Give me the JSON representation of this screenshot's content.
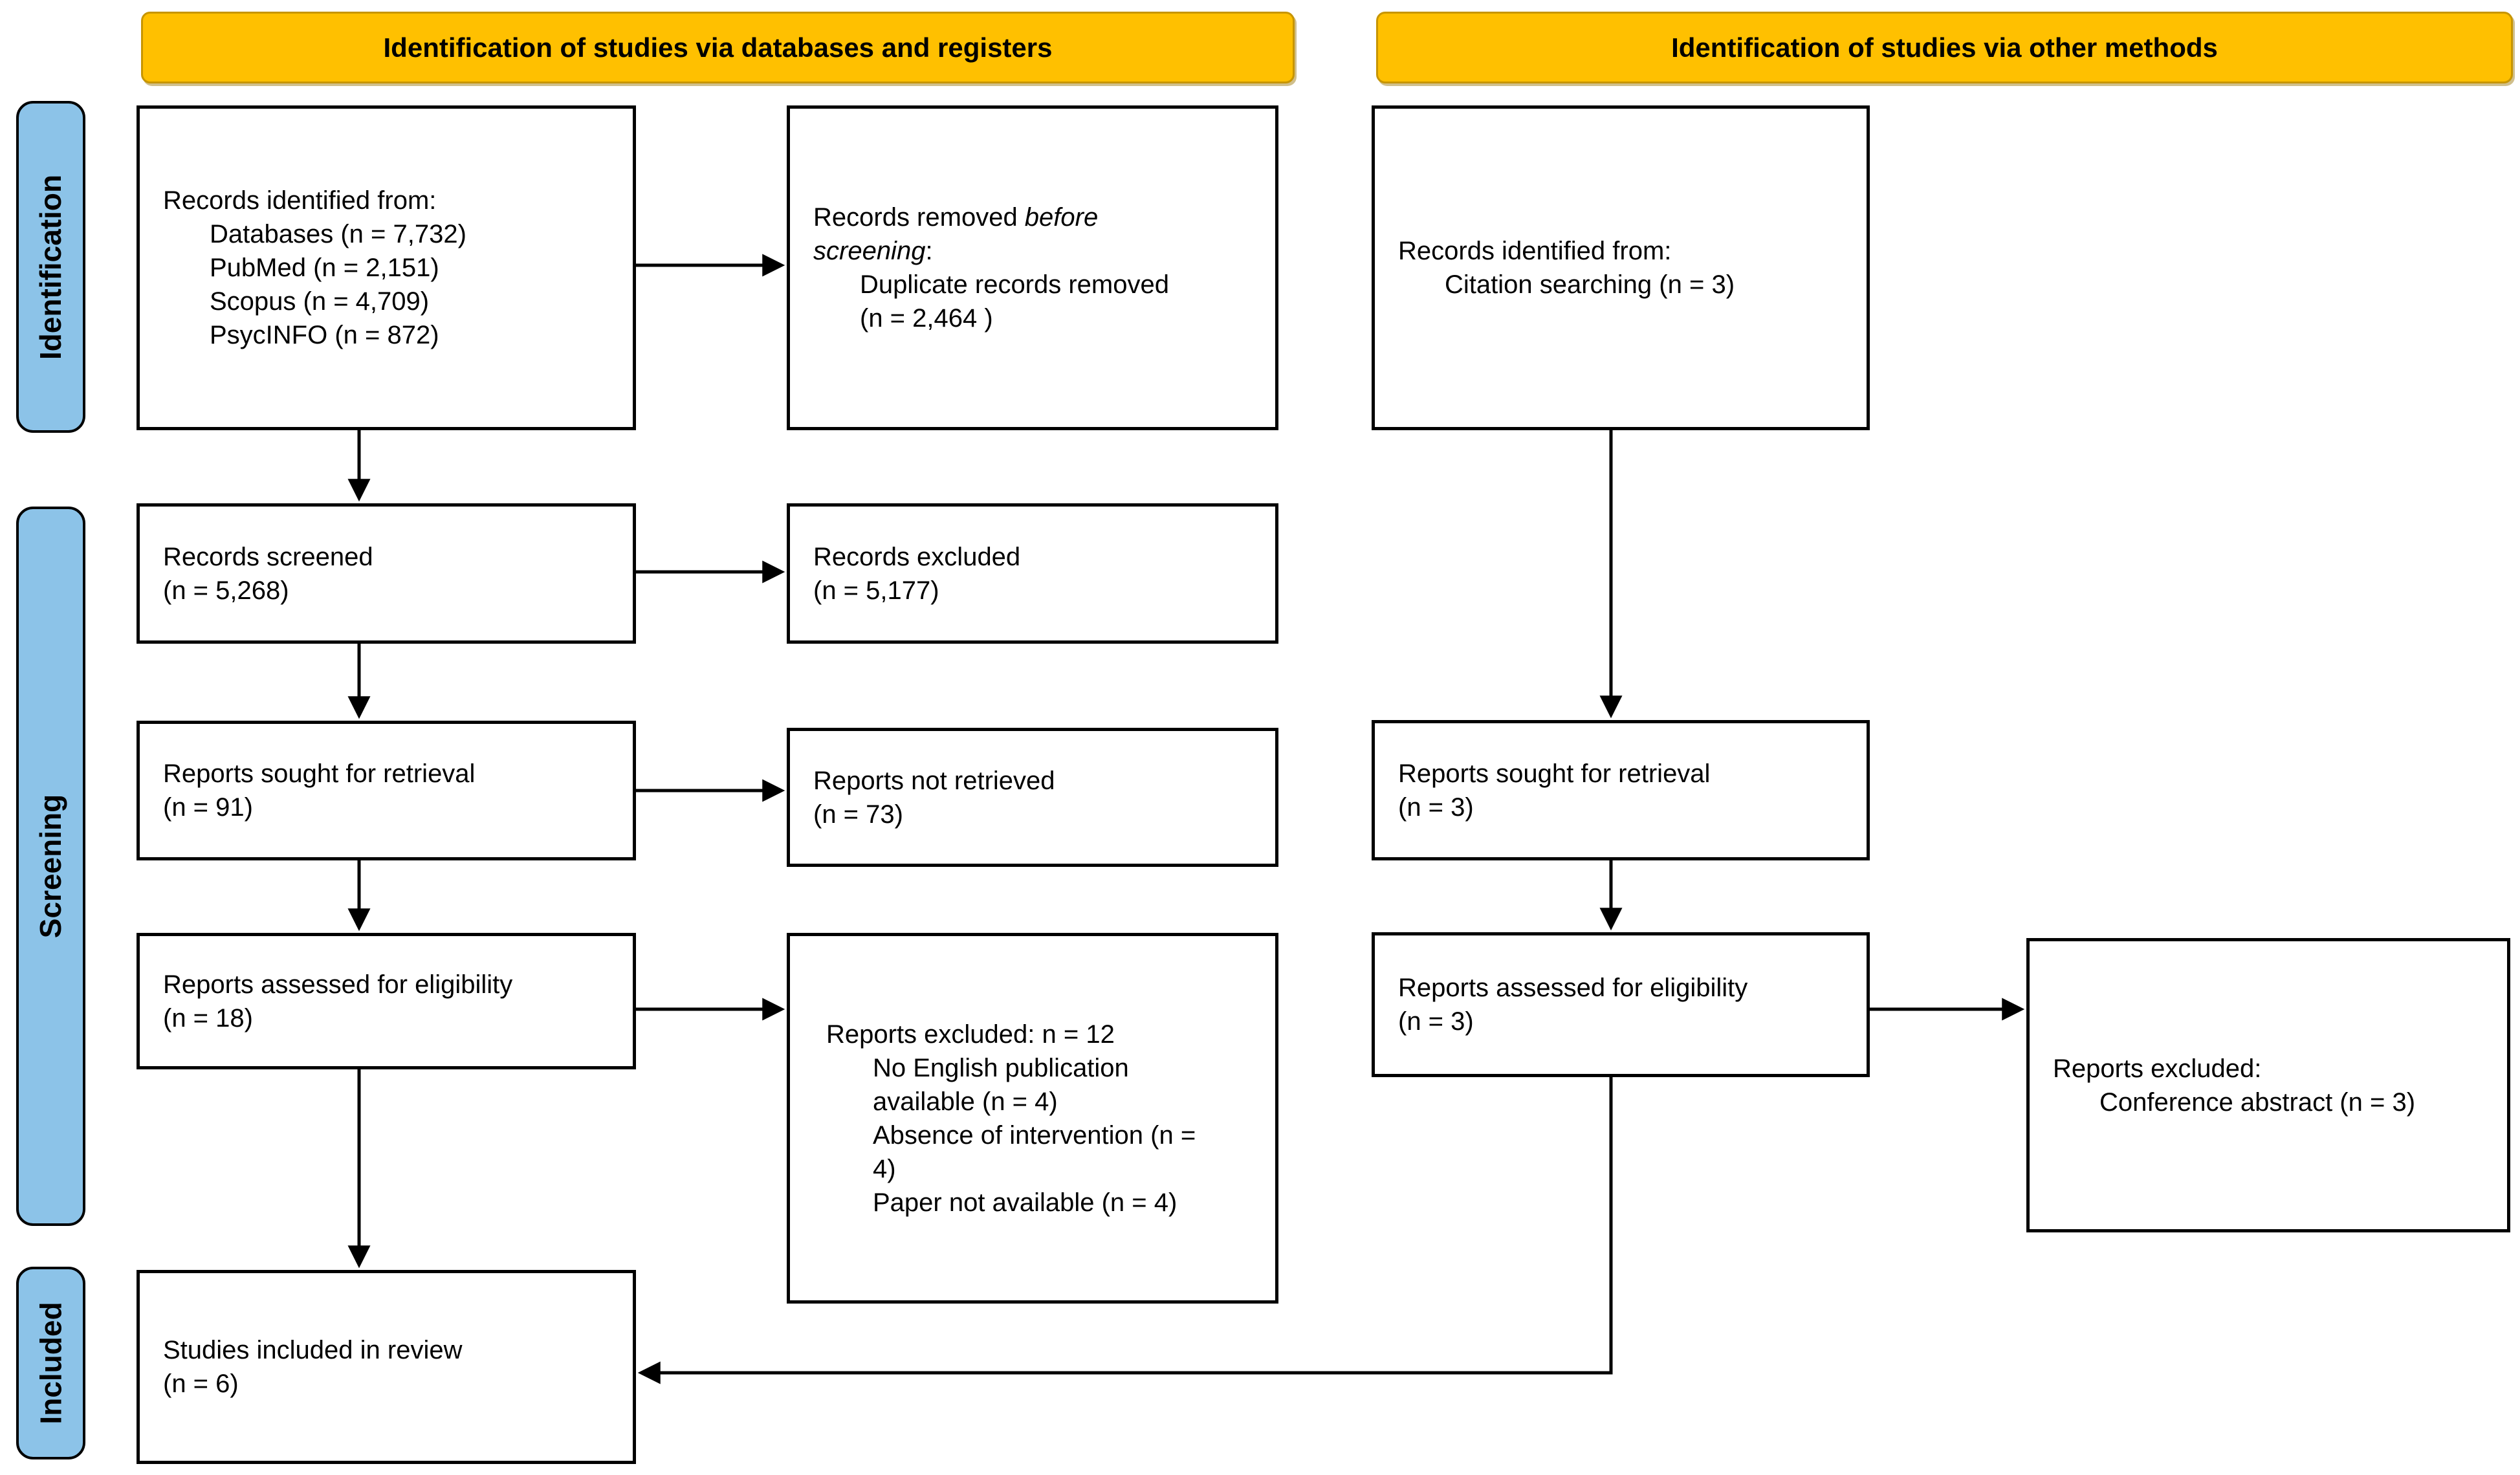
{
  "colors": {
    "header_bg": "#FFC000",
    "header_border": "#C79500",
    "sidebar_bg": "#8CC3E8",
    "sidebar_border": "#000000",
    "box_bg": "#FFFFFF",
    "box_border": "#000000",
    "arrow": "#000000"
  },
  "headers": {
    "databases": "Identification of studies via databases and registers",
    "other": "Identification of studies via other methods"
  },
  "sidebar": {
    "identification": "Identification",
    "screening": "Screening",
    "included": "Included"
  },
  "boxes": {
    "records_identified_db": {
      "heading": "Records identified from:",
      "items": [
        "Databases (n = 7,732)",
        "PubMed (n = 2,151)",
        "Scopus (n = 4,709)",
        "PsycINFO (n = 872)"
      ]
    },
    "records_removed": {
      "prefix": "Records removed ",
      "italic_before": "before",
      "italic_screening": "screening",
      "suffix": ":",
      "items": [
        "Duplicate records removed",
        "(n = 2,464 )"
      ]
    },
    "records_identified_other": {
      "heading": "Records identified from:",
      "items": [
        "Citation searching (n = 3)"
      ]
    },
    "records_screened": {
      "line1": "Records screened",
      "line2": "(n = 5,268)"
    },
    "records_excluded": {
      "line1": "Records excluded",
      "line2": "(n = 5,177)"
    },
    "reports_sought_db": {
      "line1": "Reports sought for retrieval",
      "line2": "(n = 91)"
    },
    "reports_not_retrieved": {
      "line1": "Reports not retrieved",
      "line2": "(n = 73)"
    },
    "reports_sought_other": {
      "line1": "Reports sought for retrieval",
      "line2": "(n = 3)"
    },
    "reports_assessed_db": {
      "line1": "Reports assessed for eligibility",
      "line2": "(n = 18)"
    },
    "reports_assessed_other": {
      "line1": "Reports assessed for eligibility",
      "line2": "(n = 3)"
    },
    "reports_excluded_db": {
      "heading": "Reports excluded: n = 12",
      "items": [
        "No English publication",
        "available (n = 4)",
        "Absence of intervention (n =",
        "4)",
        "Paper not available (n = 4)"
      ]
    },
    "reports_excluded_other": {
      "heading": "Reports excluded:",
      "items": [
        "Conference abstract (n = 3)"
      ]
    },
    "studies_included": {
      "line1": "Studies included in review",
      "line2": "(n = 6)"
    }
  }
}
